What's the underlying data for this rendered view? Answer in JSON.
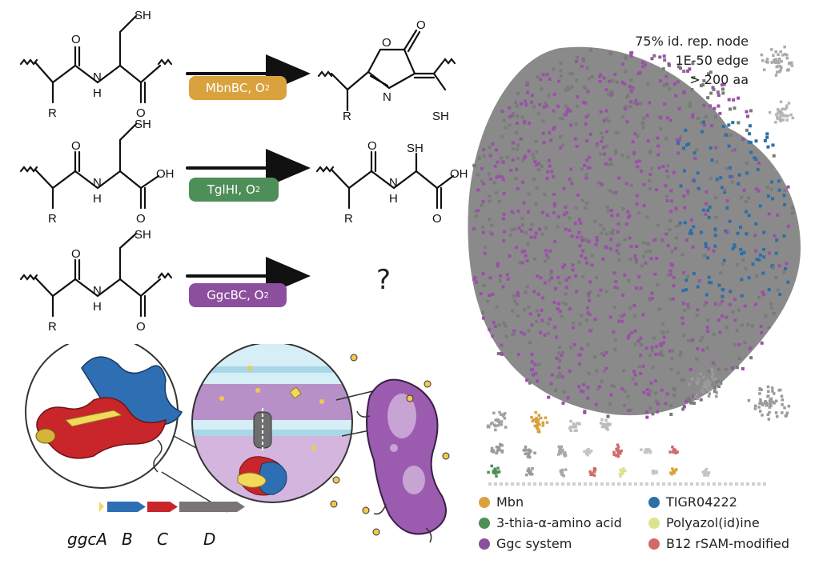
{
  "reactions": [
    {
      "enzyme": "MbnBC, O",
      "sub": "2",
      "color": "#d9a23f",
      "substrate_labels": {
        "o1": "O",
        "n": "N",
        "h": "H",
        "r": "R",
        "sh": "SH",
        "o2": "O"
      },
      "product_labels": {
        "o_ring": "O",
        "o_exo": "O",
        "n": "N",
        "r": "R",
        "sh": "SH"
      }
    },
    {
      "enzyme": "TglHI, O",
      "sub": "2",
      "color": "#4e8f59",
      "substrate_labels": {
        "o1": "O",
        "n": "N",
        "h": "H",
        "r": "R",
        "sh": "SH",
        "o2": "O",
        "oh": "OH"
      },
      "product_labels": {
        "o1": "O",
        "n": "N",
        "h": "H",
        "r": "R",
        "sh": "SH",
        "o2": "O",
        "oh": "OH"
      }
    },
    {
      "enzyme": "GgcBC, O",
      "sub": "2",
      "color": "#8c4f9d",
      "substrate_labels": {
        "o1": "O",
        "n": "N",
        "h": "H",
        "r": "R",
        "sh": "SH",
        "o2": "O"
      },
      "product": "?"
    }
  ],
  "network_info": [
    "75% id. rep. node",
    "1E-50 edge",
    "> 200 aa"
  ],
  "legend": [
    {
      "label": "Mbn",
      "color": "#d9a23f"
    },
    {
      "label": "TIGR04222",
      "color": "#2e6fa6"
    },
    {
      "label": "3-thia-α-amino acid",
      "color": "#4e8f59"
    },
    {
      "label": "Polyazol(id)ine",
      "color": "#dde38c"
    },
    {
      "label": "Ggc system",
      "color": "#8c4f9d"
    },
    {
      "label": "B12 rSAM-modified",
      "color": "#d06a6a"
    }
  ],
  "gene_cluster": {
    "labels": [
      "ggcA",
      "B",
      "C",
      "D"
    ],
    "colors": [
      "#f2d95a",
      "#2e6fb3",
      "#c8262b",
      "#7a7575"
    ]
  },
  "colors": {
    "network_gray": "#8a8a8a",
    "panel_bg": "#e5e5e5",
    "ggc_purple": "#9b50a8",
    "tigr_blue": "#2e6fa6"
  }
}
